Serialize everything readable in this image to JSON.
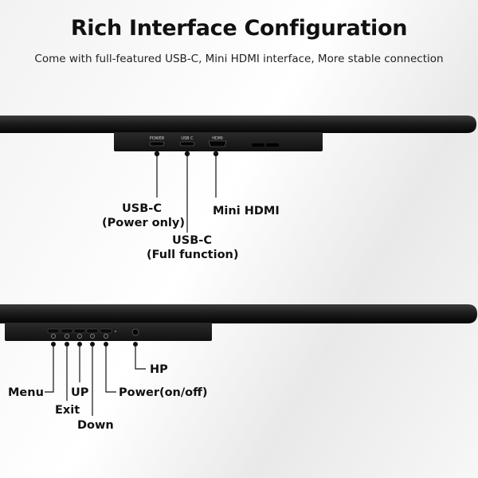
{
  "title": "Rich Interface Configuration",
  "subtitle": "Come with full-featured USB-C, Mini HDMI interface, More stable connection",
  "top_panel": {
    "port_labels": {
      "power": "POWER",
      "usbc": "USB C",
      "hdmi": "HDMI"
    },
    "callouts": {
      "usbc_power_line1": "USB-C",
      "usbc_power_line2": "(Power only)",
      "usbc_full_line1": "USB-C",
      "usbc_full_line2": "(Full function)",
      "mini_hdmi": "Mini HDMI"
    }
  },
  "bottom_panel": {
    "callouts": {
      "menu": "Menu",
      "exit": "Exit",
      "up": "UP",
      "down": "Down",
      "power": "Power(on/off)",
      "hp": "HP"
    }
  }
}
